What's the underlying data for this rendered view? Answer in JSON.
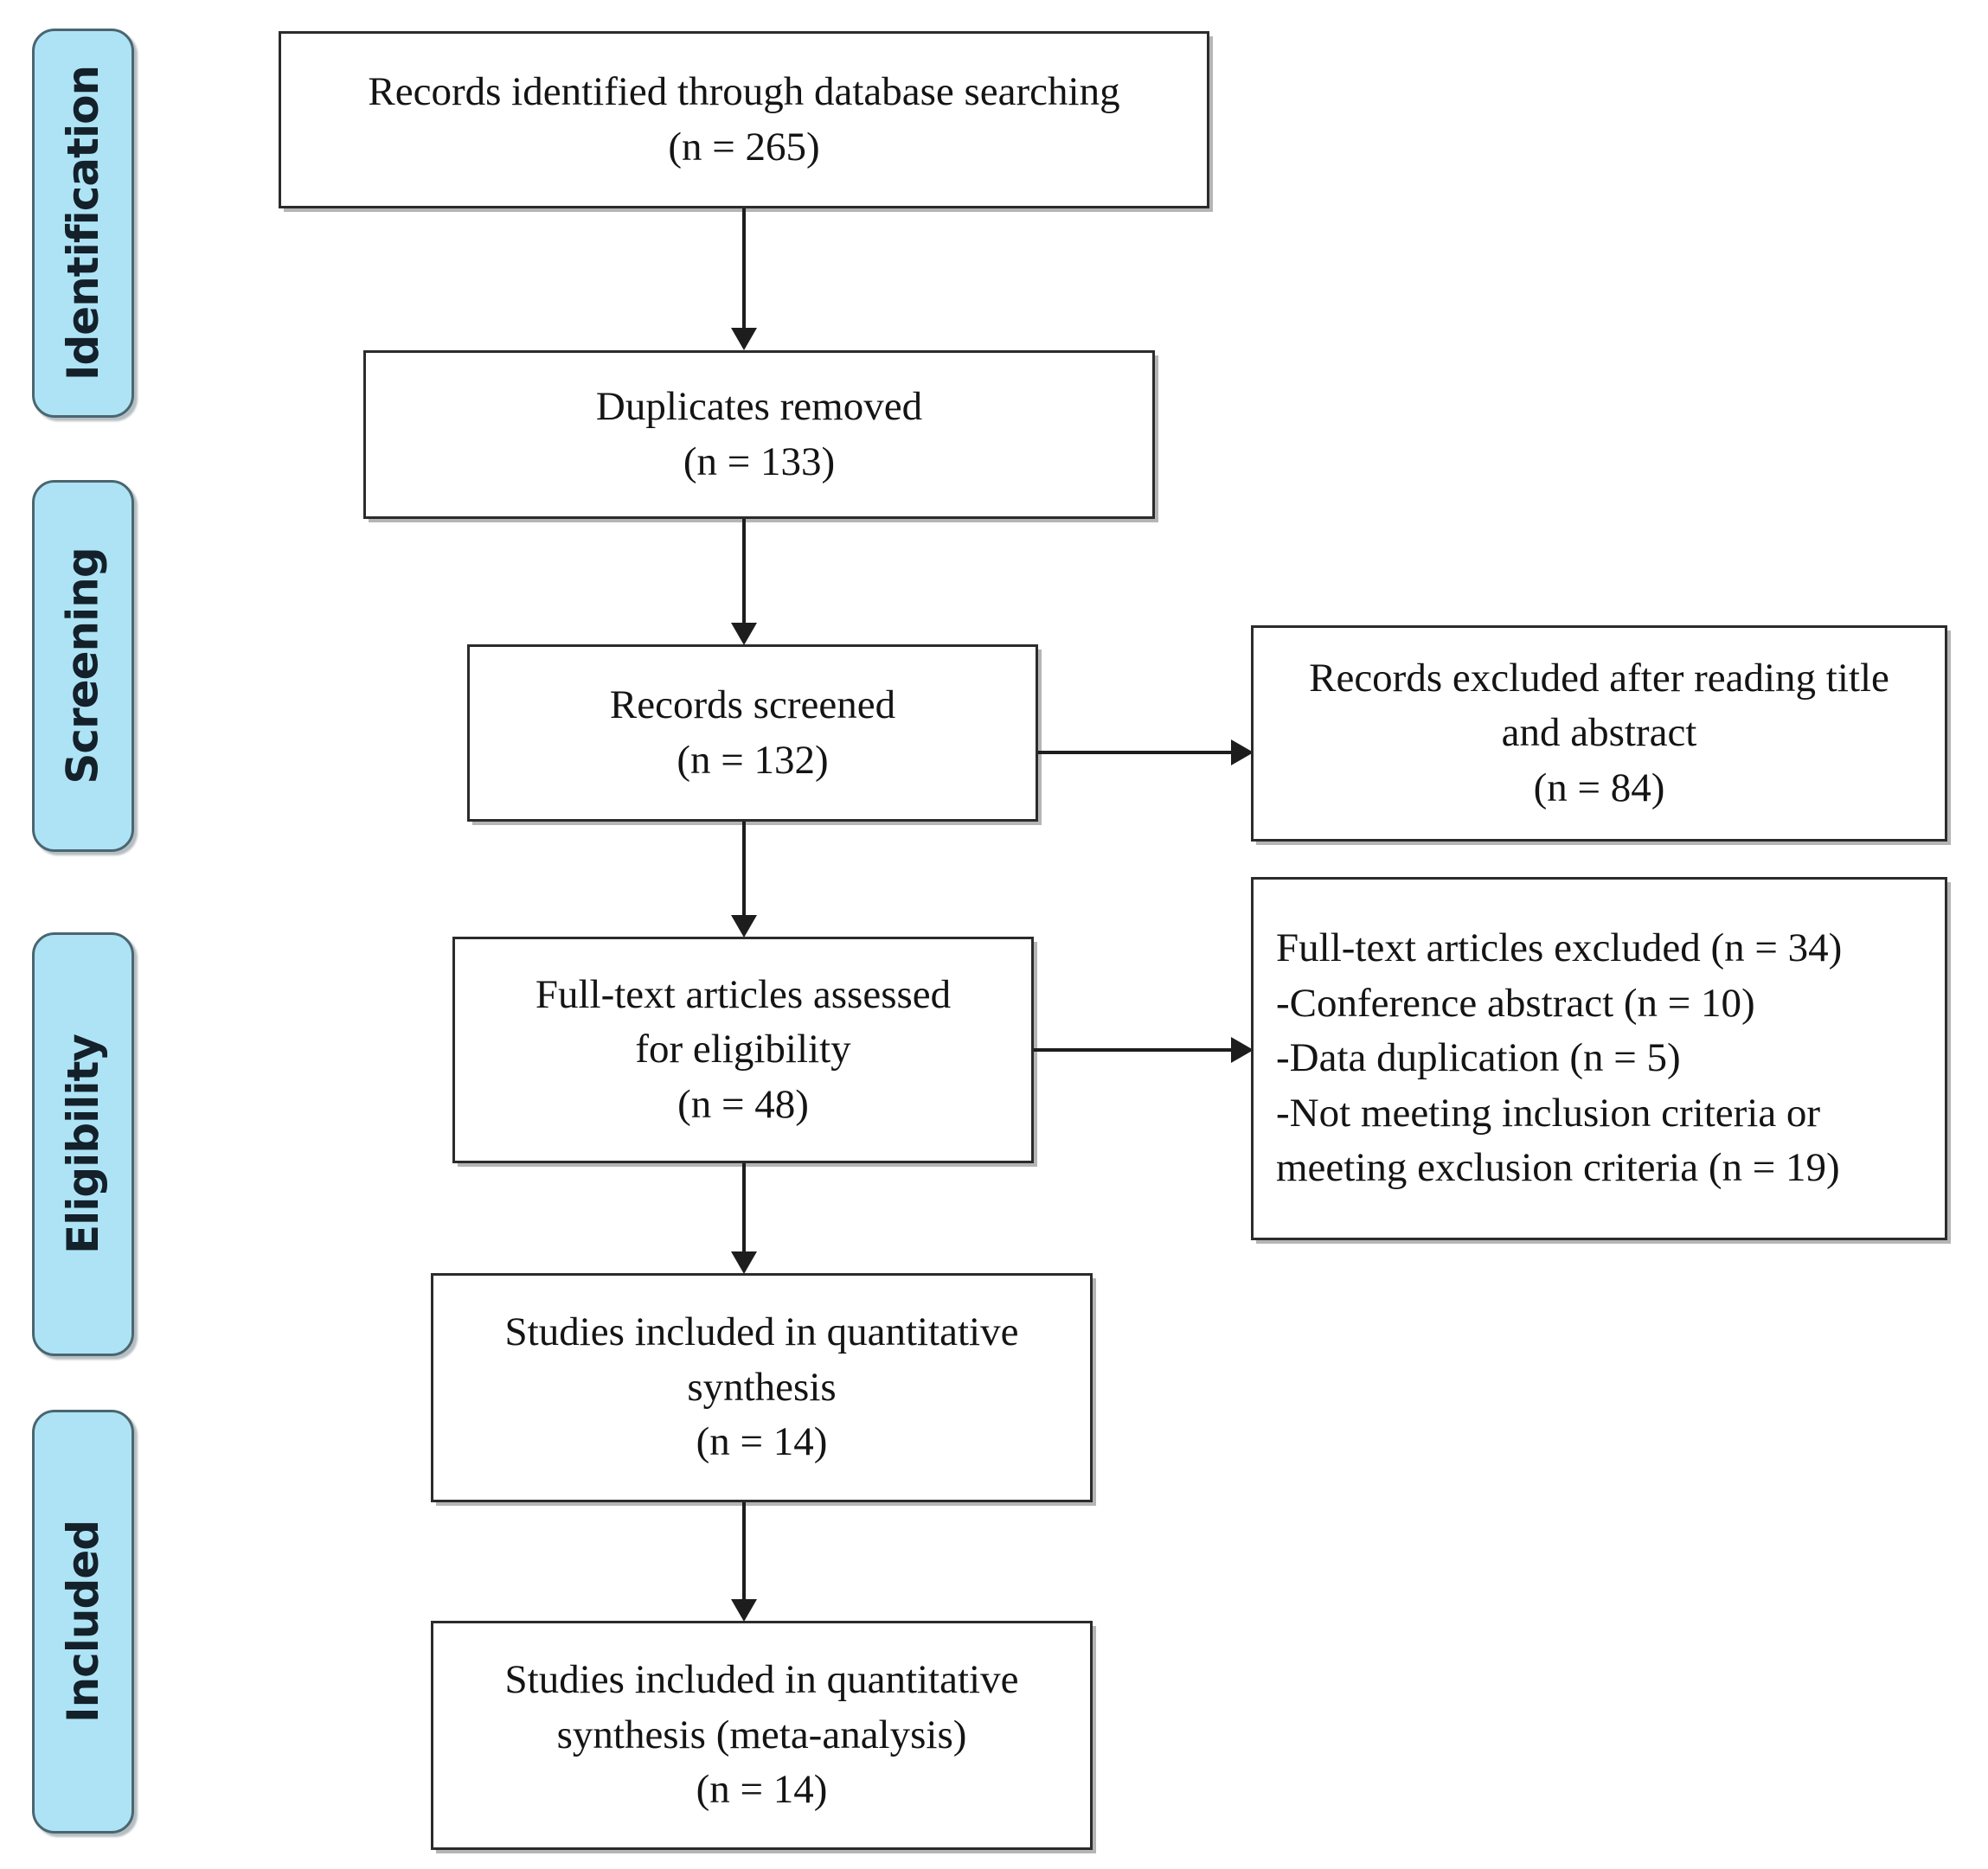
{
  "diagram": {
    "title": "PRISMA study selection flow diagram",
    "accent_color": "#ade3f5",
    "pill_border_color": "#4a6670",
    "box_border_color": "#2b2b2b"
  },
  "stages": [
    {
      "label": "Identification"
    },
    {
      "label": "Screening"
    },
    {
      "label": "Eligibility"
    },
    {
      "label": "Included"
    }
  ],
  "boxes": {
    "identified": {
      "line1": "Records identified through database searching",
      "line2": "(n = 265)"
    },
    "duplicates": {
      "line1": "Duplicates removed",
      "line2": "(n = 133)"
    },
    "screened": {
      "line1": "Records screened",
      "line2": "(n = 132)"
    },
    "records_excluded": {
      "line1": "Records excluded after reading title",
      "line2": "and abstract",
      "line3": "(n = 84)"
    },
    "fulltext_assessed": {
      "line1": "Full-text articles assessed",
      "line2": "for eligibility",
      "line3": "(n = 48)"
    },
    "fulltext_excluded": {
      "line1": "Full-text articles excluded (n = 34)",
      "line2": "-Conference abstract (n = 10)",
      "line3": "-Data duplication (n = 5)",
      "line4": "-Not meeting inclusion criteria or",
      "line5": "meeting exclusion criteria (n = 19)"
    },
    "quant_synthesis": {
      "line1": "Studies included in quantitative",
      "line2": "synthesis",
      "line3": "(n = 14)"
    },
    "meta_analysis": {
      "line1": "Studies included in quantitative",
      "line2": "synthesis (meta-analysis)",
      "line3": "(n = 14)"
    }
  },
  "chart_data": {
    "type": "diagram",
    "title": "PRISMA flow diagram",
    "nodes": [
      {
        "id": "identified",
        "stage": "Identification",
        "label": "Records identified through database searching",
        "n": 265
      },
      {
        "id": "duplicates",
        "stage": "Identification",
        "label": "Duplicates removed",
        "n": 133
      },
      {
        "id": "screened",
        "stage": "Screening",
        "label": "Records screened",
        "n": 132
      },
      {
        "id": "records_excluded",
        "stage": "Screening",
        "label": "Records excluded after reading title and abstract",
        "n": 84
      },
      {
        "id": "fulltext_assessed",
        "stage": "Eligibility",
        "label": "Full-text articles assessed for eligibility",
        "n": 48
      },
      {
        "id": "fulltext_excluded",
        "stage": "Eligibility",
        "label": "Full-text articles excluded",
        "n": 34,
        "reasons": [
          {
            "label": "Conference abstract",
            "n": 10
          },
          {
            "label": "Data duplication",
            "n": 5
          },
          {
            "label": "Not meeting inclusion criteria or meeting exclusion criteria",
            "n": 19
          }
        ]
      },
      {
        "id": "quant_synthesis",
        "stage": "Included",
        "label": "Studies included in quantitative synthesis",
        "n": 14
      },
      {
        "id": "meta_analysis",
        "stage": "Included",
        "label": "Studies included in quantitative synthesis (meta-analysis)",
        "n": 14
      }
    ],
    "edges": [
      {
        "from": "identified",
        "to": "duplicates",
        "direction": "down"
      },
      {
        "from": "duplicates",
        "to": "screened",
        "direction": "down"
      },
      {
        "from": "screened",
        "to": "records_excluded",
        "direction": "right"
      },
      {
        "from": "screened",
        "to": "fulltext_assessed",
        "direction": "down"
      },
      {
        "from": "fulltext_assessed",
        "to": "fulltext_excluded",
        "direction": "right"
      },
      {
        "from": "fulltext_assessed",
        "to": "quant_synthesis",
        "direction": "down"
      },
      {
        "from": "quant_synthesis",
        "to": "meta_analysis",
        "direction": "down"
      }
    ]
  }
}
